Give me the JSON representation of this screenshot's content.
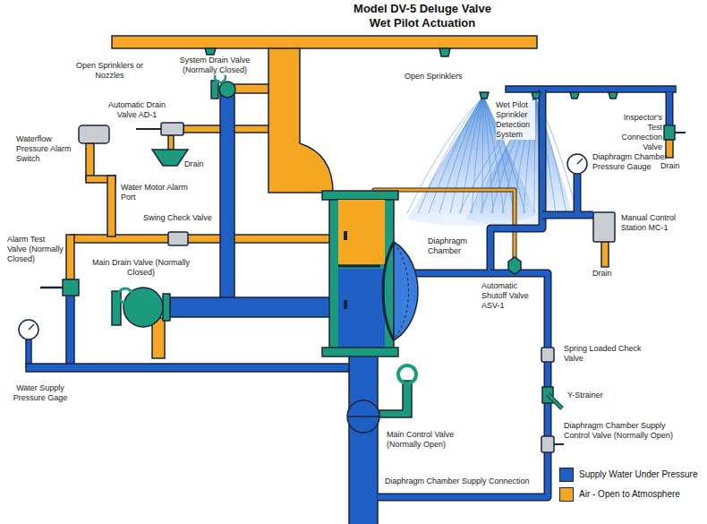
{
  "diagram": {
    "title": "Model DV-5 Deluge Valve Wet Pilot Actuation",
    "labels": [
      "Open Sprinklers or Nozzles",
      "System Drain Valve (Normally Closed)",
      "Automatic Drain Valve AD-1",
      "Drain",
      "Waterflow Pressure Alarm Switch",
      "Water Motor Alarm Port",
      "Swing Check Valve",
      "Alarm Test Valve (Normally Closed)",
      "Main Drain Valve (Normally Closed)",
      "Water Supply Pressure Gage",
      "Open Sprinklers",
      "Wet Pilot Sprinkler Detection System",
      "Inspector's Test Connection Valve",
      "Drain",
      "Diaphragm Chamber Pressure Gauge",
      "Manual Control Station MC-1",
      "Drain",
      "Diaphragm Chamber",
      "Automatic Shutoff Valve ASV-1",
      "Spring Loaded Check Valve",
      "Y-Strainer",
      "Diaphragm Chamber Supply Control Valve (Normally Open)",
      "Main Control Valve (Normally Open)",
      "Diaphragm Chamber Supply Connection"
    ],
    "legend": [
      {
        "text": "Supply Water Under Pressure",
        "color": "#1f5fc4"
      },
      {
        "text": "Air - Open to Atmosphere",
        "color": "#f5a623"
      }
    ]
  }
}
